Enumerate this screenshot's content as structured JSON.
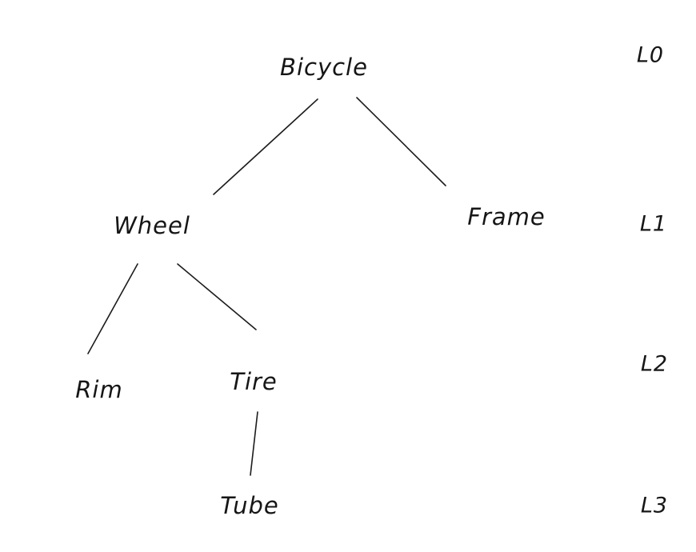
{
  "diagram": {
    "type": "tree",
    "nodes": [
      {
        "id": "bicycle",
        "label": "Bicycle",
        "level": 0
      },
      {
        "id": "wheel",
        "label": "Wheel",
        "level": 1
      },
      {
        "id": "frame",
        "label": "Frame",
        "level": 1
      },
      {
        "id": "rim",
        "label": "Rim",
        "level": 2
      },
      {
        "id": "tire",
        "label": "Tire",
        "level": 2
      },
      {
        "id": "tube",
        "label": "Tube",
        "level": 3
      }
    ],
    "edges": [
      {
        "from": "bicycle",
        "to": "wheel"
      },
      {
        "from": "bicycle",
        "to": "frame"
      },
      {
        "from": "wheel",
        "to": "rim"
      },
      {
        "from": "wheel",
        "to": "tire"
      },
      {
        "from": "tire",
        "to": "tube"
      }
    ],
    "level_labels": [
      "L0",
      "L1",
      "L2",
      "L3"
    ],
    "colors": {
      "ink": "#1c1c1c",
      "background": "#ffffff"
    }
  }
}
